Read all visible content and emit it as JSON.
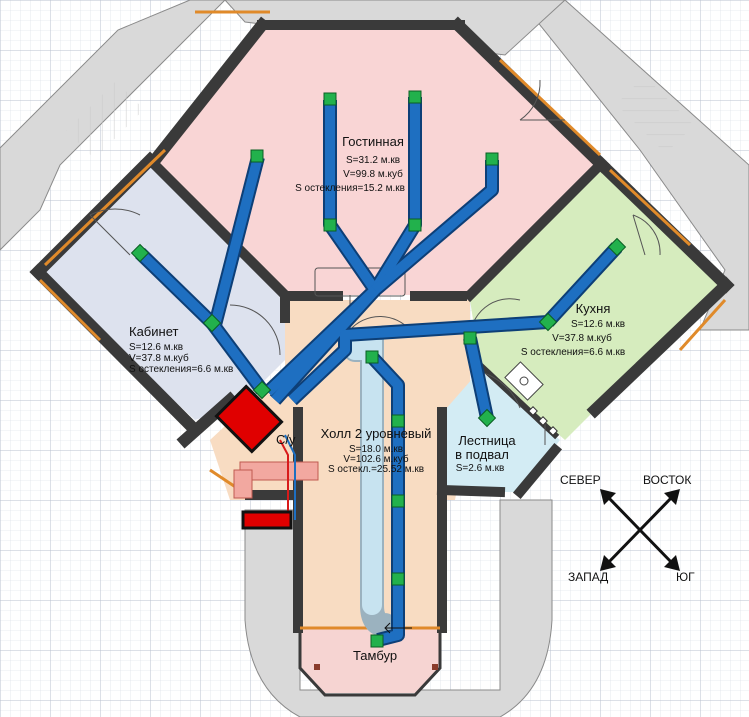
{
  "colors": {
    "grid_minor": "#d5dae3",
    "grid_major": "#b9c1cf",
    "wall": "#3a3a3a",
    "window": "#e08a2a",
    "gostinaya": "#f9d5d5",
    "kabinet": "#dde2ee",
    "kukhnya": "#d6ecbe",
    "hall": "#f8dcc2",
    "lestnitsa": "#d3ecf4",
    "duct": "#1e6fc1",
    "duct_dark": "#0d3f77",
    "diffuser": "#22b14c",
    "unit": "#e00000",
    "air_intake": "#f2a8a0",
    "air_exhaust": "#c7e3f0"
  },
  "rooms": {
    "gostinaya": {
      "title": "Гостинная",
      "area": "S=31.2 м.кв",
      "volume": "V=99.8 м.куб",
      "glazing": "S остекления=15.2 м.кв"
    },
    "kabinet": {
      "title": "Кабинет",
      "area": "S=12.6 м.кв",
      "volume": "V=37.8 м.куб",
      "glazing": "S остекления=6.6 м.кв"
    },
    "kukhnya": {
      "title": "Кухня",
      "area": "S=12.6 м.кв",
      "volume": "V=37.8 м.куб",
      "glazing": "S остекления=6.6 м.кв"
    },
    "hall": {
      "title": "Холл 2 уровневый",
      "area": "S=18.0 м.кв",
      "volume": "V=102.6 м.куб",
      "glazing": "S остекл.=25.52 м.кв"
    },
    "lestnitsa": {
      "title_line1": "Лестница",
      "title_line2": "в подвал",
      "area": "S=2.6 м.кв"
    },
    "tambur": {
      "title": "Тамбур"
    }
  },
  "unit_label": "С/у",
  "compass": {
    "north": "СЕВЕР",
    "east": "ВОСТОК",
    "west": "ЗАПАД",
    "south": "ЮГ"
  }
}
